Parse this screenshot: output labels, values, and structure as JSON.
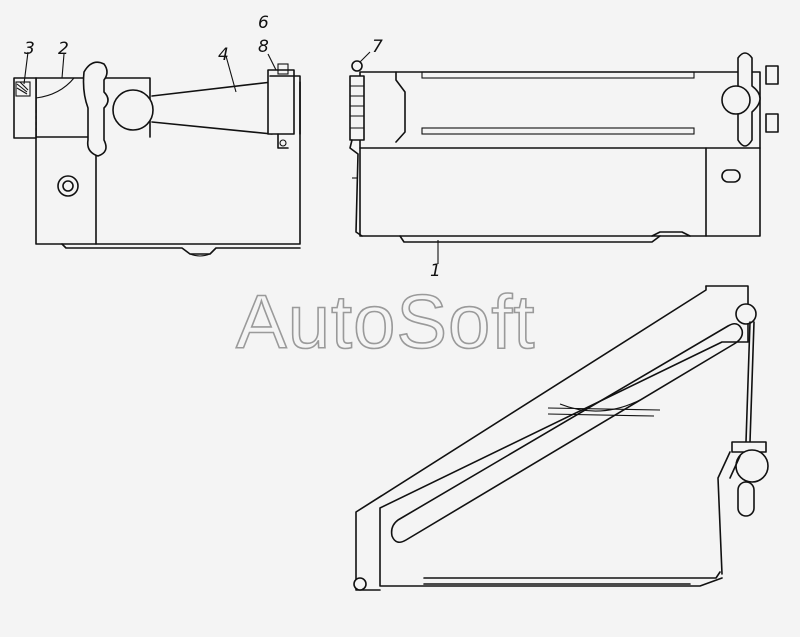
{
  "watermark": "AutoSoft",
  "callouts": [
    "1",
    "2",
    "3",
    "4",
    "6",
    "7",
    "8"
  ],
  "colors": {
    "ink": "#111111",
    "background": "#f4f4f4",
    "watermark_outline": "#9a9a9a"
  }
}
